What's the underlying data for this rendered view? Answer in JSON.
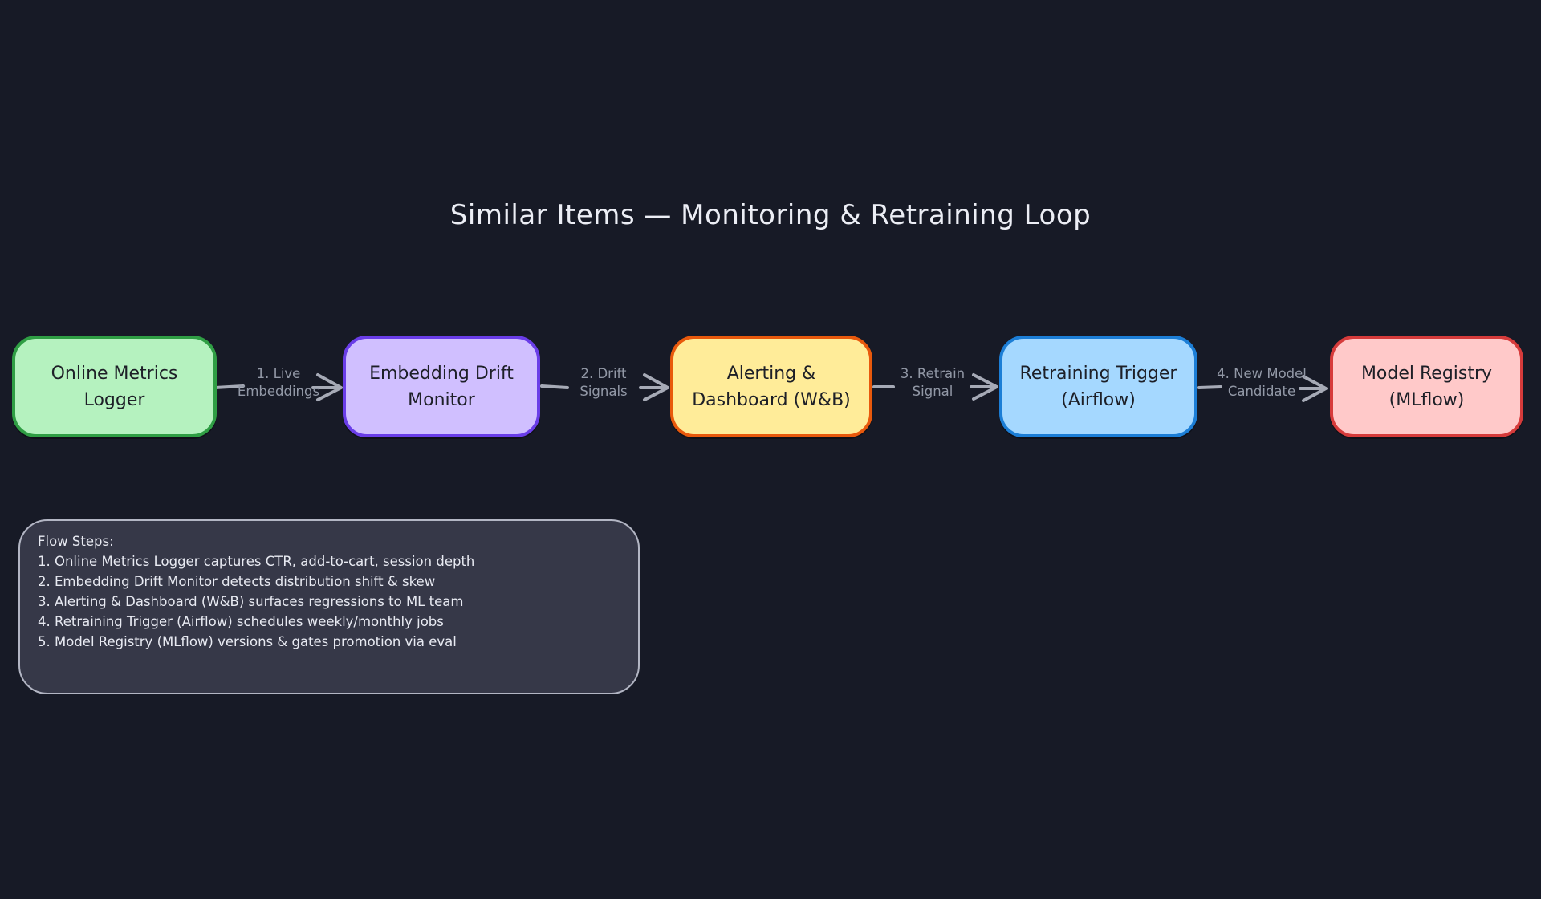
{
  "title": "Similar Items — Monitoring & Retraining Loop",
  "boxes": [
    {
      "name": "online-metrics-logger",
      "lines": [
        "Online Metrics",
        "Logger"
      ],
      "fill": "#b5f2bf",
      "border": "#2f9e44"
    },
    {
      "name": "embedding-drift-monitor",
      "lines": [
        "Embedding Drift",
        "Monitor"
      ],
      "fill": "#d0bfff",
      "border": "#6a3de8"
    },
    {
      "name": "alerting-dashboard-wandb",
      "lines": [
        "Alerting &",
        "Dashboard (W&B)"
      ],
      "fill": "#ffec99",
      "border": "#e8590c"
    },
    {
      "name": "retraining-trigger-airflow",
      "lines": [
        "Retraining Trigger",
        "(Airflow)"
      ],
      "fill": "#a5d8ff",
      "border": "#1c7ed6"
    },
    {
      "name": "model-registry-mlflow",
      "lines": [
        "Model Registry",
        "(MLflow)"
      ],
      "fill": "#ffc9c9",
      "border": "#d63b3b"
    }
  ],
  "connectors": [
    {
      "lines": [
        "1. Live",
        "Embeddings"
      ]
    },
    {
      "lines": [
        "2. Drift",
        "Signals"
      ]
    },
    {
      "lines": [
        "3. Retrain",
        "Signal"
      ]
    },
    {
      "lines": [
        "4. New Model",
        "Candidate"
      ]
    }
  ],
  "notes_panel": {
    "heading": "Flow Steps:",
    "steps": [
      "1. Online Metrics Logger captures CTR, add-to-cart, session depth",
      "2. Embedding Drift Monitor detects distribution shift & skew",
      "3. Alerting & Dashboard (W&B) surfaces regressions to ML team",
      "4. Retraining Trigger (Airflow) schedules weekly/monthly jobs",
      "5. Model Registry (MLflow) versions & gates promotion via eval"
    ]
  },
  "colors": {
    "background": "#171a26",
    "arrow": "#a6aab6",
    "connector_label_text": "#9298a6",
    "panel_fill": "#363848",
    "panel_border": "#b3b6c4",
    "panel_text": "#e8eaf2",
    "title_text": "#eceef5",
    "box_text": "#1d1f27"
  }
}
